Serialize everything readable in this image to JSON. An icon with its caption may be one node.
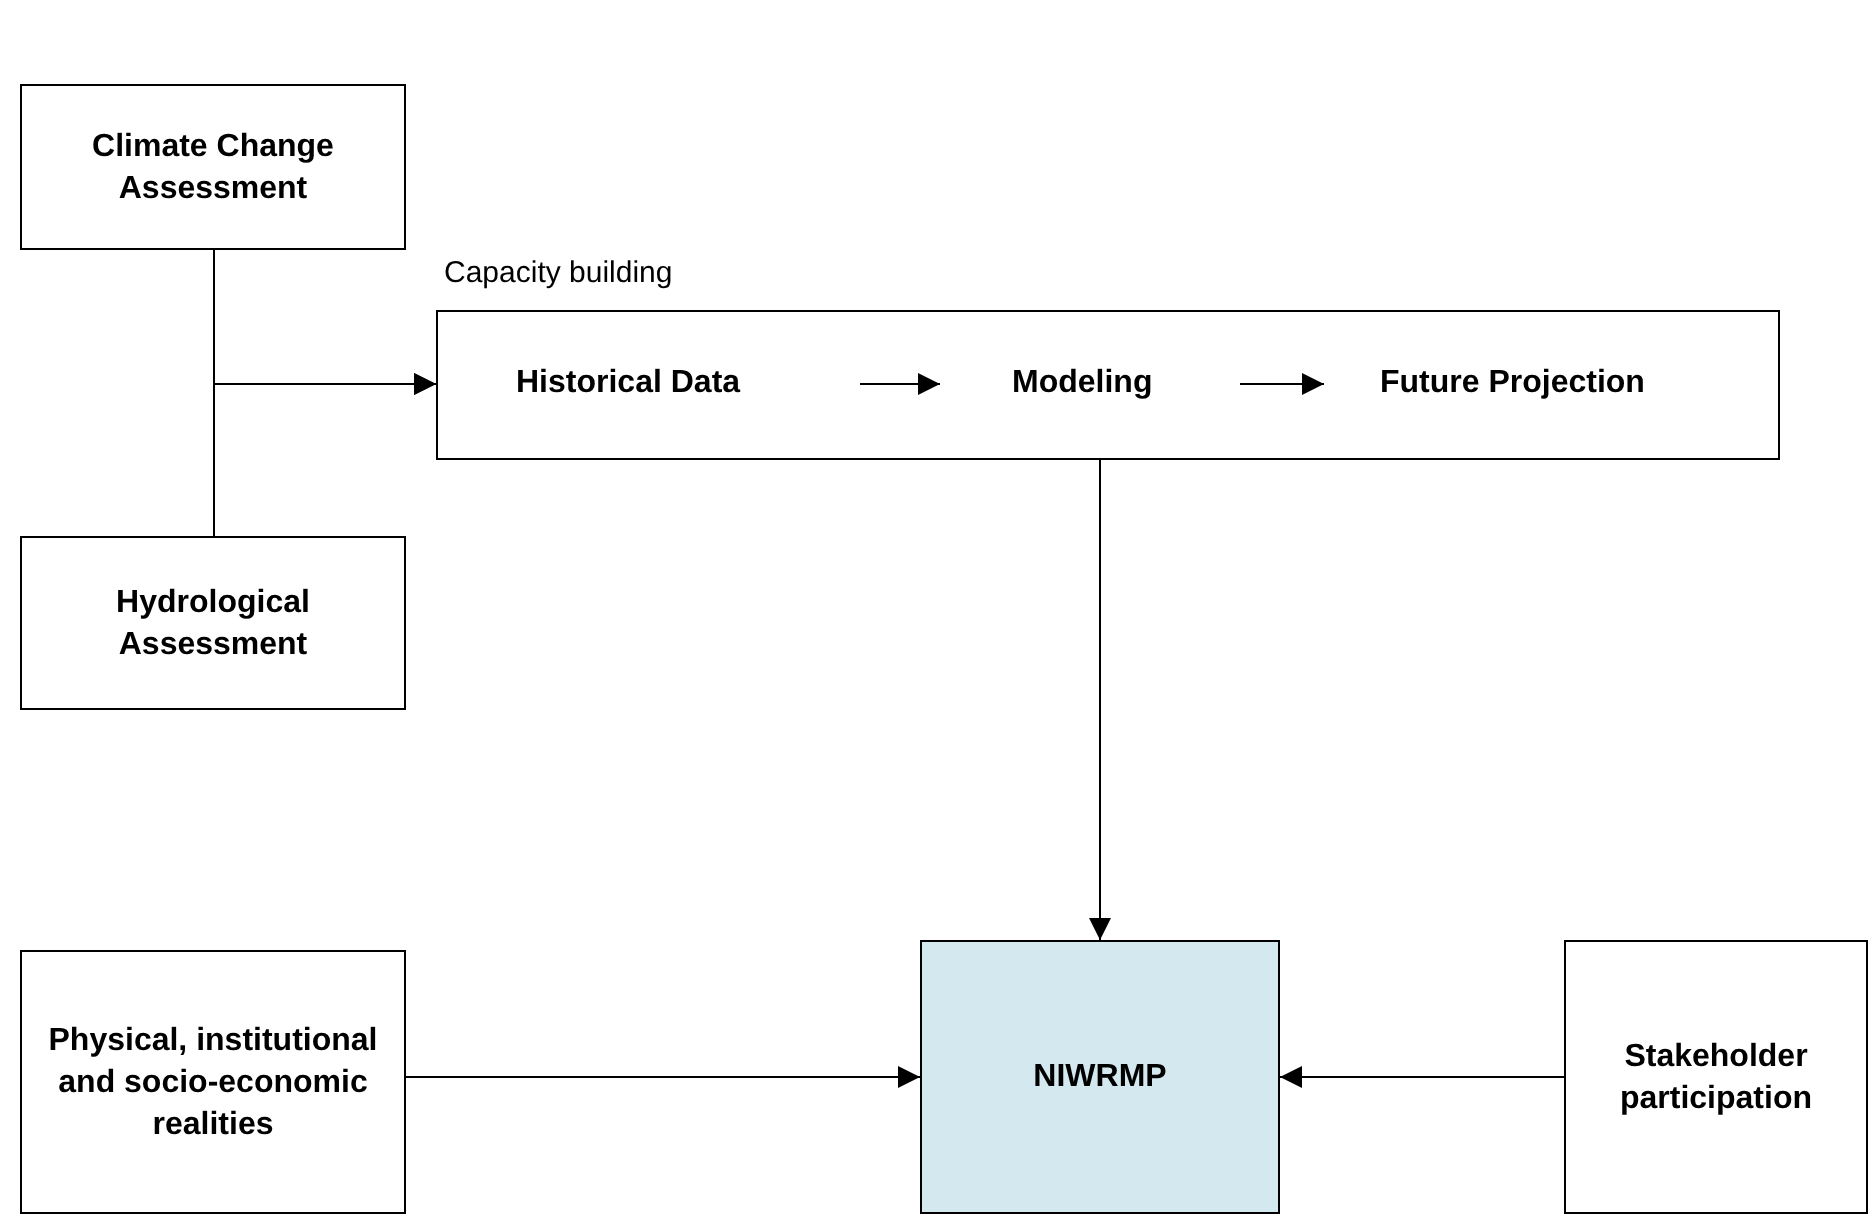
{
  "diagram": {
    "nodes": [
      {
        "text": [
          "Climate Change Assessment"
        ]
      },
      {
        "text": [
          "Hydrological Assessment"
        ]
      },
      {
        "text": [
          "Capacity building"
        ]
      },
      {
        "text": [
          "Historical Data"
        ],
        "in": 2
      },
      {
        "text": [
          "Modeling"
        ],
        "in": 2
      },
      {
        "text": [
          "Future Projection"
        ],
        "in": 2
      },
      {
        "text": [
          "Physical, institutional and socio-economic realities"
        ]
      },
      {
        "text": [
          "NIWRMP"
        ]
      },
      {
        "text": [
          "Stakeholder participation"
        ]
      }
    ],
    "edges": [
      {
        "from": 0,
        "to": 2,
        "arrow": "to"
      },
      {
        "from": 1,
        "to": 2,
        "arrow": "to"
      },
      {
        "from": 3,
        "to": 4,
        "arrow": "to"
      },
      {
        "from": 4,
        "to": 5,
        "arrow": "to"
      },
      {
        "from": 2,
        "to": 7,
        "arrow": "to"
      },
      {
        "from": 6,
        "to": 7,
        "arrow": "to"
      },
      {
        "from": 8,
        "to": 7,
        "arrow": "to"
      }
    ]
  }
}
